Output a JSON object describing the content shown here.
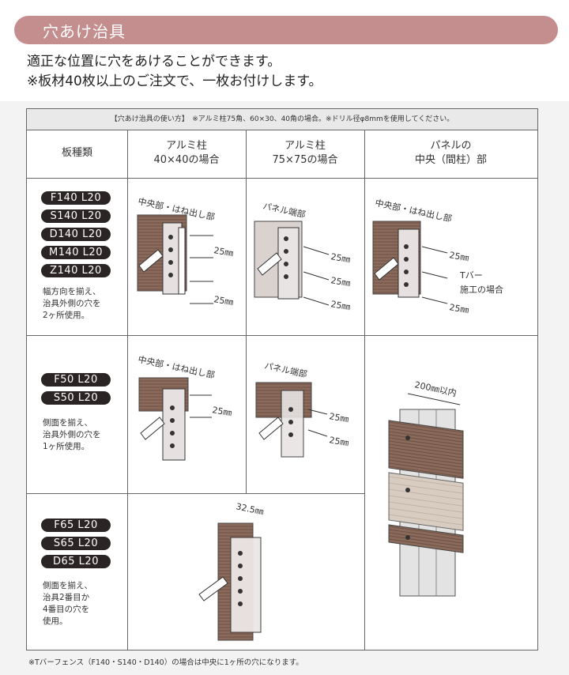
{
  "title": "穴あけ治具",
  "intro": {
    "line1": "適正な位置に穴をあけることができます。",
    "line2": "※板材40枚以上のご注文で、一枚お付けします。"
  },
  "table": {
    "note": "【穴あけ治具の使い方】　※アルミ柱75角、60×30、40角の場合。※ドリル径φ8mmを使用してください。",
    "headers": {
      "col1": "板種類",
      "col2_l1": "アルミ柱",
      "col2_l2": "40×40の場合",
      "col3_l1": "アルミ柱",
      "col3_l2": "75×75の場合",
      "col4_l1": "パネルの",
      "col4_l2": "中央（間柱）部"
    },
    "row1": {
      "models": [
        "F140 L20",
        "S140 L20",
        "D140 L20",
        "M140 L20",
        "Z140 L20"
      ],
      "desc": [
        "幅方向を揃え、",
        "治具外側の穴を",
        "2ヶ所使用。"
      ]
    },
    "row2": {
      "models": [
        "F50 L20",
        "S50 L20"
      ],
      "desc": [
        "側面を揃え、",
        "治具外側の穴を",
        "1ヶ所使用。"
      ]
    },
    "row3": {
      "models": [
        "F65 L20",
        "S65 L20",
        "D65 L20"
      ],
      "desc": [
        "側面を揃え、",
        "治具2番目か",
        "4番目の穴を",
        "使用。"
      ]
    }
  },
  "labels": {
    "center_hane": "中央部・はね出し部",
    "panel_end": "パネル端部",
    "dim_25": "25㎜",
    "t_bar_1": "Tバー",
    "t_bar_2": "施工の場合",
    "within_200": "200㎜以内",
    "dim_325": "32.5㎜"
  },
  "footnote": "※Tバーフェンス（F140・S140・D140）の場合は中央に1ヶ所の穴になります。",
  "colors": {
    "banner": "#c48e8e",
    "model_badge": "#2b2424",
    "wood": "#8a6a5a"
  }
}
